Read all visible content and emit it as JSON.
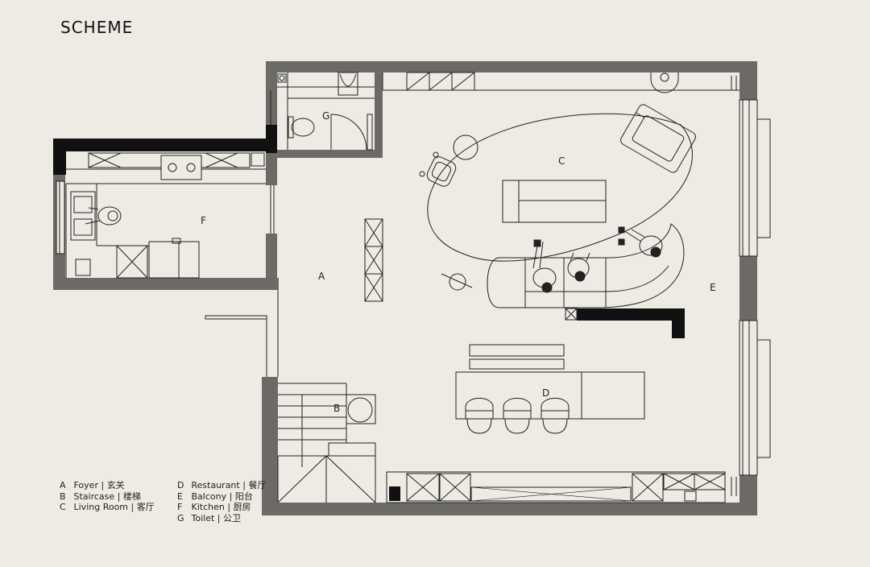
{
  "title": "SCHEME",
  "rooms": {
    "A": "A",
    "B": "B",
    "C": "C",
    "D": "D",
    "E": "E",
    "F": "F",
    "G": "G"
  },
  "legend_left": [
    {
      "key": "A",
      "name": "Foyer",
      "cn": "玄关"
    },
    {
      "key": "B",
      "name": "Staircase",
      "cn": "楼梯"
    },
    {
      "key": "C",
      "name": "Living Room",
      "cn": "客厅"
    }
  ],
  "legend_right": [
    {
      "key": "D",
      "name": "Restaurant",
      "cn": "餐厅"
    },
    {
      "key": "E",
      "name": "Balcony",
      "cn": "阳台"
    },
    {
      "key": "F",
      "name": "Kitchen",
      "cn": "厨房"
    },
    {
      "key": "G",
      "name": "Toilet",
      "cn": "公卫"
    }
  ],
  "separator": "|",
  "colors": {
    "background": "#eeebe4",
    "wall": "#6b6a66",
    "wall_dark": "#111111",
    "line": "#222222"
  }
}
